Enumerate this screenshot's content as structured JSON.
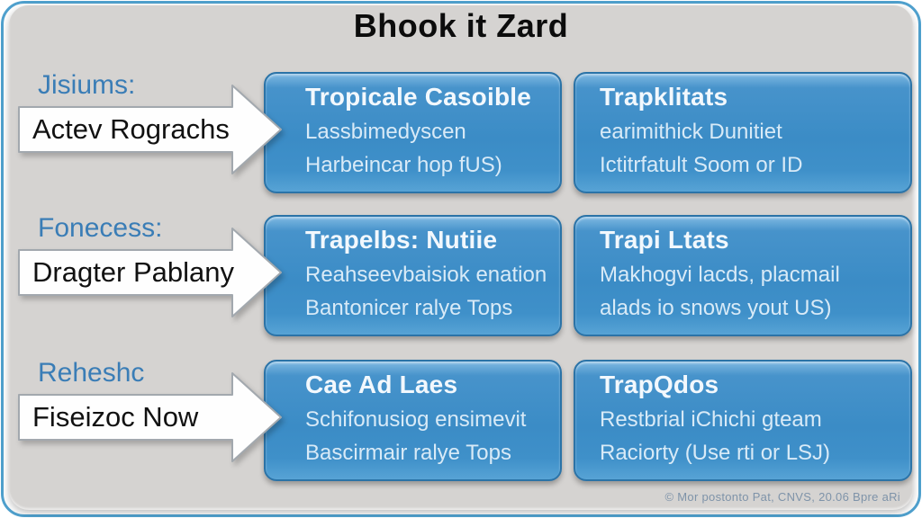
{
  "title": "Bhook it Zard",
  "footer": "© Mor postonto Pat, CNVS, 20.06 Bpre aRi",
  "colors": {
    "frame_blue": "#4fa0cd",
    "panel_grey": "#d5d3d1",
    "box_blue": "#3b8cc6",
    "box_border_blue": "#2b73a7",
    "label_blue": "#3a7db6",
    "arrow_white": "#fefefe",
    "title_black": "#0c0c0c"
  },
  "rows": [
    {
      "label": "Jisiums:",
      "arrow_text": "Actev Rograchs",
      "left": {
        "header": "Tropicale Casoible",
        "lines": [
          "Lassbimedyscen",
          "Harbeincar hop fUS)"
        ]
      },
      "right": {
        "header": "Trapklitats",
        "lines": [
          "earimithick Dunitiet",
          "Ictitrfatult Soom or ID"
        ]
      }
    },
    {
      "label": "Fonecess:",
      "arrow_text": "Dragter Pablany",
      "left": {
        "header": "Trapelbs: Nutiie",
        "lines": [
          "Reahseevbaisiok enation",
          "Bantonicer ralye Tops"
        ]
      },
      "right": {
        "header": "Trapi Ltats",
        "lines": [
          "Makhogvi lacds, placmail",
          "alads io snows yout US)"
        ]
      }
    },
    {
      "label": "Reheshc",
      "arrow_text": "Fiseizoc Now",
      "left": {
        "header": "Cae Ad Laes",
        "lines": [
          "Schifonusiog ensimevit",
          "Bascirmair ralye Tops"
        ]
      },
      "right": {
        "header": "TrapQdos",
        "lines": [
          "Restbrial iChichi gteam",
          "Raciorty (Use rti or LSJ)"
        ]
      }
    }
  ]
}
